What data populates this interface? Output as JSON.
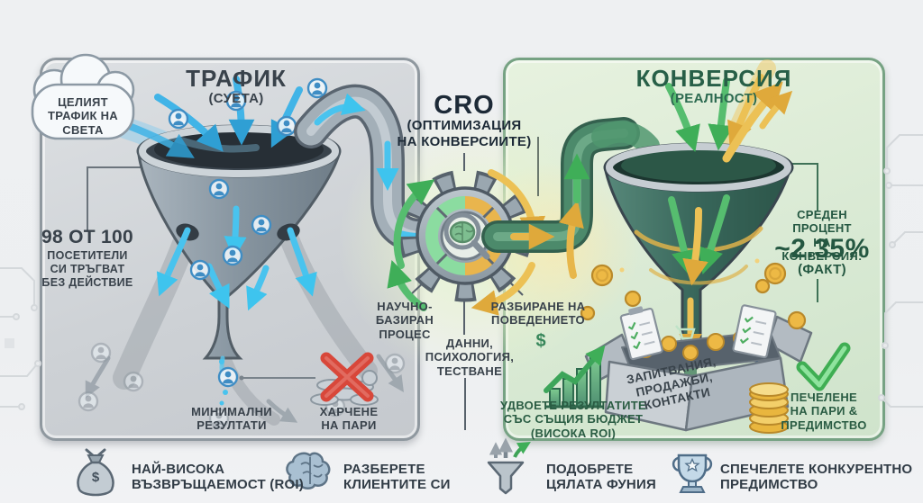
{
  "cloud": {
    "text": "ЦЕЛИЯТ\nТРАФИК НА\nСВЕТА"
  },
  "left_panel": {
    "title": "ТРАФИК",
    "subtitle": "(СУЕТА)",
    "stat_value": "98 ОТ 100",
    "stat_caption": "ПОСЕТИТЕЛИ\nСИ ТРЪГВАТ\nБЕЗ ДЕЙСТВИЕ",
    "minimal_results": "МИНИМАЛНИ\nРЕЗУЛТАТИ",
    "money_waste": "ХАРЧЕНЕ\nНА ПАРИ"
  },
  "center": {
    "title": "CRO",
    "subtitle": "(ОПТИМИЗАЦИЯ\nНА КОНВЕРСИИТЕ)",
    "science_label": "НАУЧНО-\nБАЗИРАН\nПРОЦЕС",
    "behavior_label": "РАЗБИРАНЕ НА\nПОВЕДЕНИЕТО",
    "data_label": "ДАННИ,\nПСИХОЛОГИЯ,\nТЕСТВАНЕ"
  },
  "right_panel": {
    "title": "КОНВЕРСИЯ",
    "subtitle": "(РЕАЛНОСТ)",
    "avg_title": "СРЕДЕН ПРОЦЕНТ\nНА КОНВЕРСИЯ:",
    "avg_value": "~2.35%",
    "avg_note": "(ФАКТ)",
    "double_label": "УДВОЕТЕ РЕЗУЛТАТИТЕ\nСЪС СЪЩИЯ БЮДЖЕТ\n(ВИСОКА ROI)",
    "box_label": "ЗАПИТВАНИЯ,\nПРОДАЖБИ,\nКОНТАКТИ",
    "win_label": "ПЕЧЕЛЕНЕ\nНА ПАРИ &\nПРЕДИМСТВО"
  },
  "footer": {
    "items": [
      {
        "icon": "money-bag-icon",
        "label": "НАЙ-ВИСОКА\nВЪЗВРЪЩАЕМОСТ (ROI)"
      },
      {
        "icon": "brain-icon",
        "label": "РАЗБЕРЕТЕ\nКЛИЕНТИТЕ СИ"
      },
      {
        "icon": "funnel-arrows-icon",
        "label": "ПОДОБРЕТЕ\nЦЯЛАТА ФУНИЯ"
      },
      {
        "icon": "trophy-icon",
        "label": "СПЕЧЕЛЕТЕ КОНКУРЕНТНО\nПРЕДИМСТВО"
      }
    ]
  },
  "glyphs": {
    "dollar": "$"
  },
  "colors": {
    "traffic_blue": "#41b4e7",
    "conversion_green": "#4fae62",
    "money_yellow": "#e7b64a",
    "alert_red": "#d8473a",
    "panel_gray": "#cdd1d5",
    "panel_green": "#d8e9d3",
    "title_slate": "#39424b",
    "title_green": "#275f47"
  }
}
